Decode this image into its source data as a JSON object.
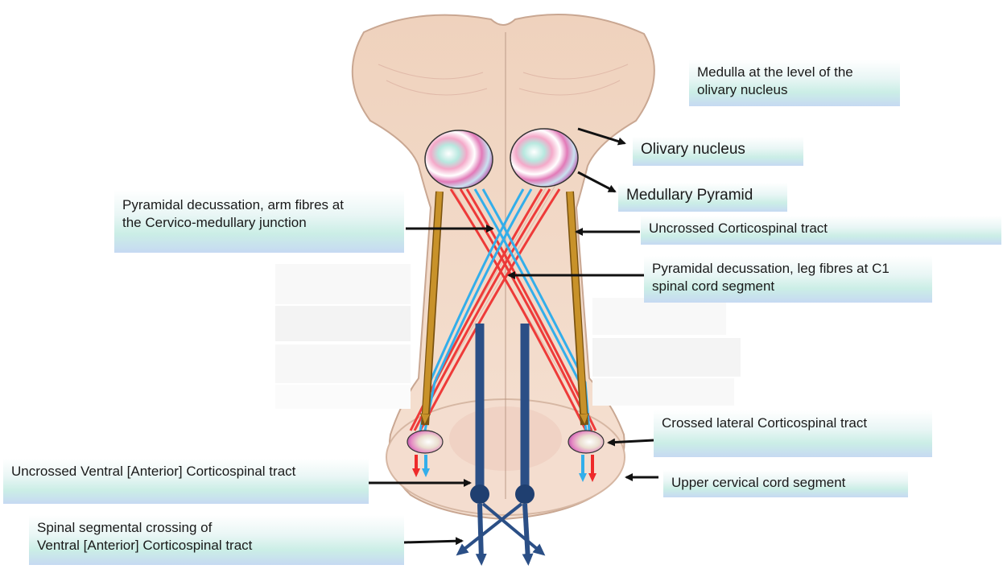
{
  "labels": {
    "medulla": [
      "Medulla at the level of the",
      "olivary nucleus"
    ],
    "olivary": "Olivary nucleus",
    "pyramid": "Medullary Pyramid",
    "arm": [
      "Pyramidal decussation, arm fibres at",
      "the Cervico-medullary junction"
    ],
    "uncrossed": "Uncrossed Corticospinal tract",
    "leg": [
      "Pyramidal decussation, leg fibres at C1",
      "spinal cord segment"
    ],
    "crossed_lateral": "Crossed lateral Corticospinal tract",
    "uncrossed_ventral": "Uncrossed Ventral [Anterior] Corticospinal tract",
    "upper_cervical": "Upper cervical cord segment",
    "segmental": [
      "Spinal segmental crossing of",
      "Ventral [Anterior] Corticospinal tract"
    ]
  },
  "colors": {
    "brainstem": "#eed3c1",
    "gold_tract": "#c8922a",
    "red_tract": "#ee2a2a",
    "blue_tract": "#33aeea",
    "ventral_tract": "#2b4f86",
    "label_teal": "#cbeee6",
    "label_blue": "#c6d9f2"
  }
}
